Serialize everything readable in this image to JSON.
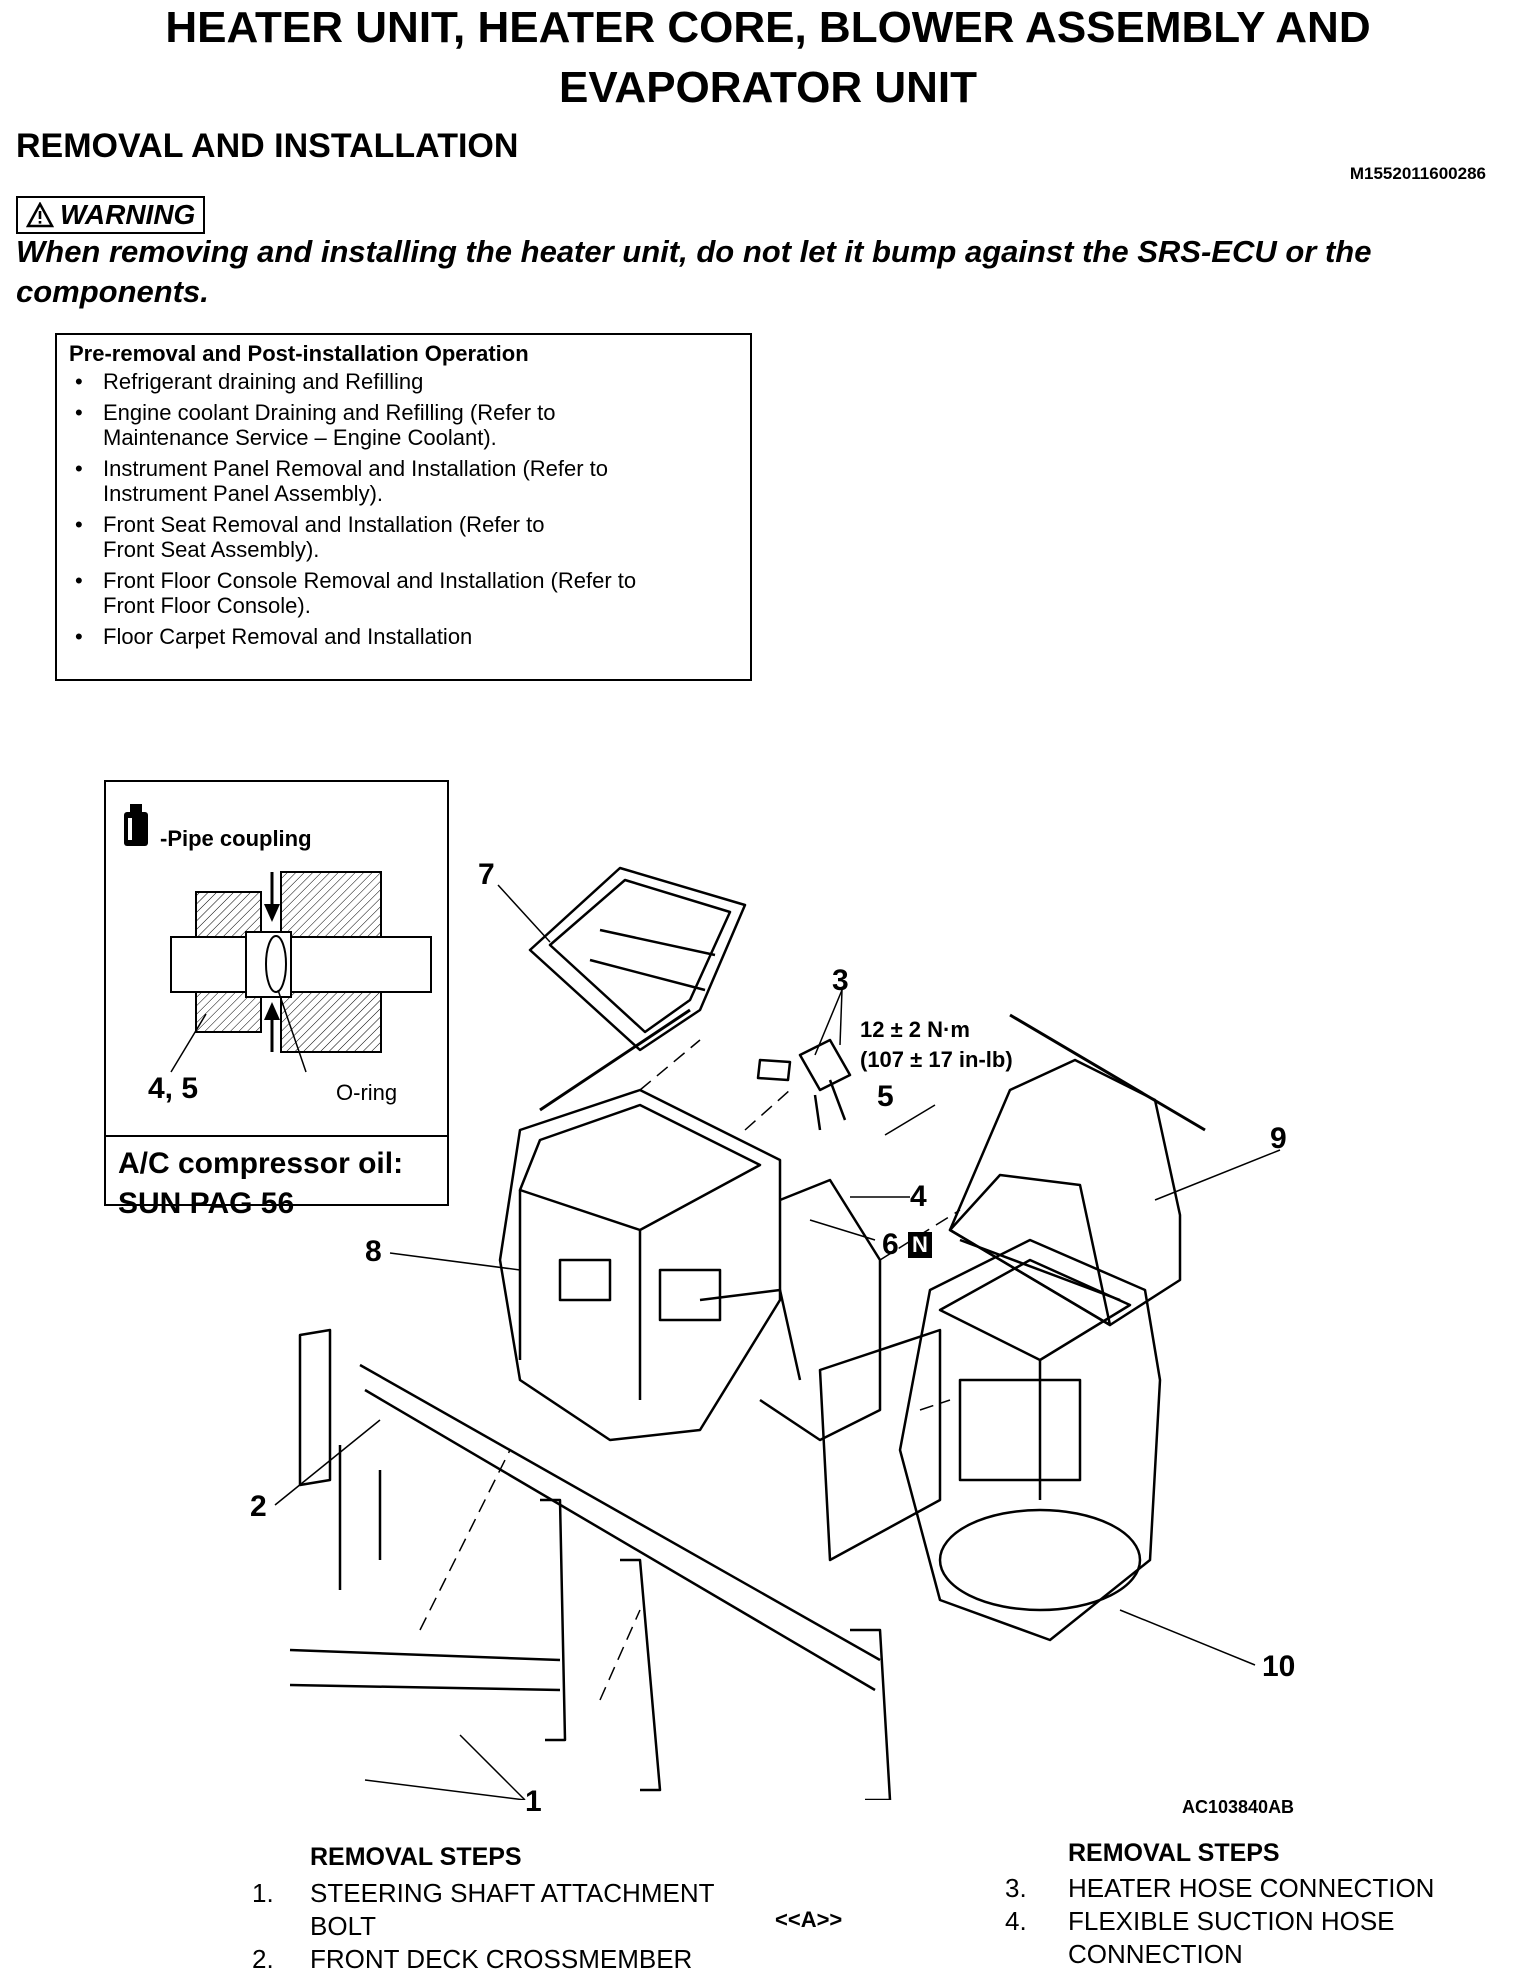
{
  "header": {
    "title_line1": "HEATER UNIT, HEATER CORE, BLOWER ASSEMBLY AND",
    "title_line2": "EVAPORATOR UNIT",
    "subtitle": "REMOVAL AND INSTALLATION",
    "doc_id": "M1552011600286"
  },
  "warning": {
    "label": "WARNING",
    "text": "When removing and installing the heater unit, do not let it bump against the SRS-ECU or the components."
  },
  "pre_removal": {
    "heading": "Pre-removal and Post-installation Operation",
    "items": [
      "Refrigerant draining and Refilling",
      "Engine coolant Draining and Refilling (Refer to\nMaintenance Service – Engine Coolant).",
      "Instrument Panel Removal and Installation (Refer to\nInstrument Panel Assembly).",
      "Front Seat Removal and Installation (Refer to\nFront Seat Assembly).",
      "Front Floor Console Removal and Installation (Refer to\nFront Floor Console).",
      "Floor Carpet Removal and Installation"
    ]
  },
  "inset": {
    "legend": "-Pipe coupling",
    "label_parts": "4, 5",
    "label_oring": "O-ring",
    "oil_line1": "A/C compressor oil:",
    "oil_line2": "SUN PAG 56"
  },
  "diagram": {
    "torque_line1": "12 ± 2 N·m",
    "torque_line2": "(107 ± 17 in-lb)",
    "callouts": [
      "7",
      "3",
      "5",
      "9",
      "4",
      "6",
      "N",
      "8",
      "2",
      "10",
      "1"
    ],
    "figure_id": "AC103840AB"
  },
  "steps_left": {
    "heading": "REMOVAL STEPS",
    "rows": [
      {
        "num": "1.",
        "text_line1": "STEERING SHAFT ATTACHMENT",
        "text_line2": "BOLT"
      },
      {
        "num": "2.",
        "text_line1": "FRONT DECK CROSSMEMBER"
      }
    ],
    "marker": "<<A>>"
  },
  "steps_right": {
    "heading": "REMOVAL STEPS",
    "rows": [
      {
        "num": "3.",
        "text_line1": "HEATER HOSE CONNECTION"
      },
      {
        "num": "4.",
        "text_line1": "FLEXIBLE SUCTION HOSE",
        "text_line2": "CONNECTION"
      }
    ]
  }
}
